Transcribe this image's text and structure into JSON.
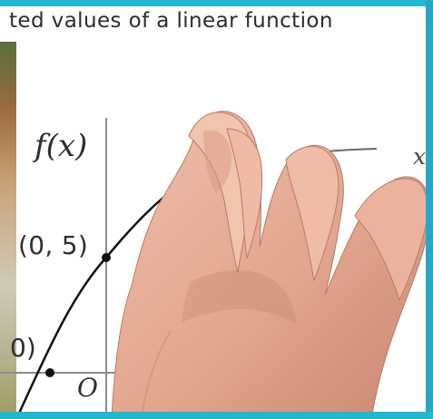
{
  "header": {
    "title": "ted values of a linear function"
  },
  "graph": {
    "y_axis_label": "f(x)",
    "point_label": "(0, 5)",
    "left_point_label": "0)",
    "origin_label": "O",
    "x_axis_label": "x"
  },
  "colors": {
    "accent": "#22b7cf",
    "line": "#111111",
    "skin": "#e7b09a"
  }
}
